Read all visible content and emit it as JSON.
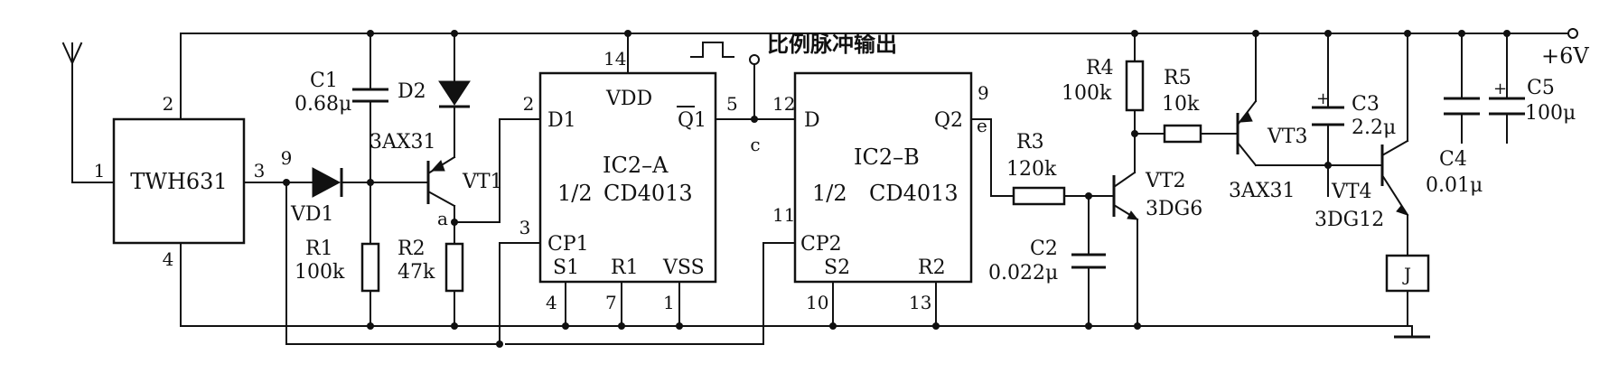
{
  "supply": {
    "label": "+6V"
  },
  "modules": {
    "receiver": {
      "name": "TWH631",
      "pins": [
        "1",
        "2",
        "3",
        "4"
      ]
    }
  },
  "ics": {
    "a": {
      "name": "IC2–A",
      "half": "1/2",
      "type": "CD4013",
      "pins": {
        "vdd": "VDD",
        "d": "D1",
        "q": "Q1",
        "cp": "CP1",
        "s": "S1",
        "r": "R1",
        "vss": "VSS",
        "n14": "14",
        "n2": "2",
        "n5": "5",
        "n3": "3",
        "n4": "4",
        "n7": "7",
        "n1": "1"
      }
    },
    "b": {
      "name": "IC2–B",
      "half": "1/2",
      "type": "CD4013",
      "pins": {
        "d": "D",
        "q": "Q2",
        "cp": "CP2",
        "s": "S2",
        "r": "R2",
        "n12": "12",
        "n9": "9",
        "n11": "11",
        "n10": "10",
        "n13": "13"
      }
    }
  },
  "components": {
    "c1": {
      "ref": "C1",
      "value": "0.68μ"
    },
    "d2": {
      "ref": "D2"
    },
    "vt1": {
      "ref": "VT1",
      "type": "3AX31"
    },
    "vd1": {
      "ref": "VD1"
    },
    "r1": {
      "ref": "R1",
      "value": "100k"
    },
    "r2": {
      "ref": "R2",
      "value": "47k"
    },
    "r3": {
      "ref": "R3",
      "value": "120k"
    },
    "c2": {
      "ref": "C2",
      "value": "0.022μ"
    },
    "r4": {
      "ref": "R4",
      "value": "100k"
    },
    "r5": {
      "ref": "R5",
      "value": "10k"
    },
    "vt2": {
      "ref": "VT2",
      "type": "3DG6"
    },
    "vt3": {
      "ref": "VT3",
      "type": "3AX31"
    },
    "c3": {
      "ref": "C3",
      "value": "2.2μ",
      "polarity": "+"
    },
    "vt4": {
      "ref": "VT4",
      "type": "3DG12"
    },
    "c4": {
      "ref": "C4",
      "value": "0.01μ"
    },
    "c5": {
      "ref": "C5",
      "value": "100μ",
      "polarity": "+"
    },
    "relay": {
      "ref": "J"
    }
  },
  "nodes": {
    "n9": "9",
    "a": "a",
    "c": "c",
    "e": "e"
  },
  "output": {
    "label": "比例脉冲输出"
  }
}
